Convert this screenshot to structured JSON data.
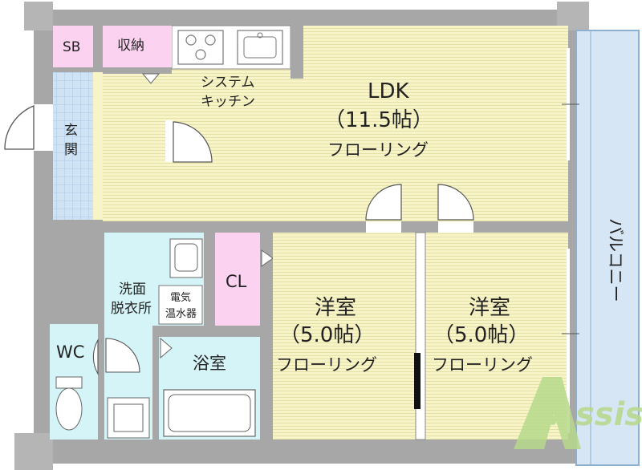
{
  "rooms": {
    "sb": "SB",
    "storage": "収納",
    "kitchen_line1": "システム",
    "kitchen_line2": "キッチン",
    "ldk_name": "LDK",
    "ldk_size": "（11.5帖）",
    "ldk_floor": "フローリング",
    "entrance_line1": "玄",
    "entrance_line2": "関",
    "balcony": "バルコニー",
    "closet": "CL",
    "washroom_line1": "洗面",
    "washroom_line2": "脱衣所",
    "water_heater_line1": "電気",
    "water_heater_line2": "温水器",
    "wc": "WC",
    "bath": "浴室",
    "western1_name": "洋室",
    "western1_size": "（5.0帖）",
    "western1_floor": "フローリング",
    "western2_name": "洋室",
    "western2_size": "（5.0帖）",
    "western2_floor": "フローリング"
  },
  "watermark": "Assist",
  "colors": {
    "wall": "#a7a7a7",
    "floor_yellow": "#f7f5c8",
    "bath_cyan": "#d5f4f7",
    "storage_pink": "#fbd3f0",
    "entrance_blue": "#cfe3f5",
    "balcony_blue": "#d6e6f4",
    "watermark_green": "#b7d98b"
  }
}
